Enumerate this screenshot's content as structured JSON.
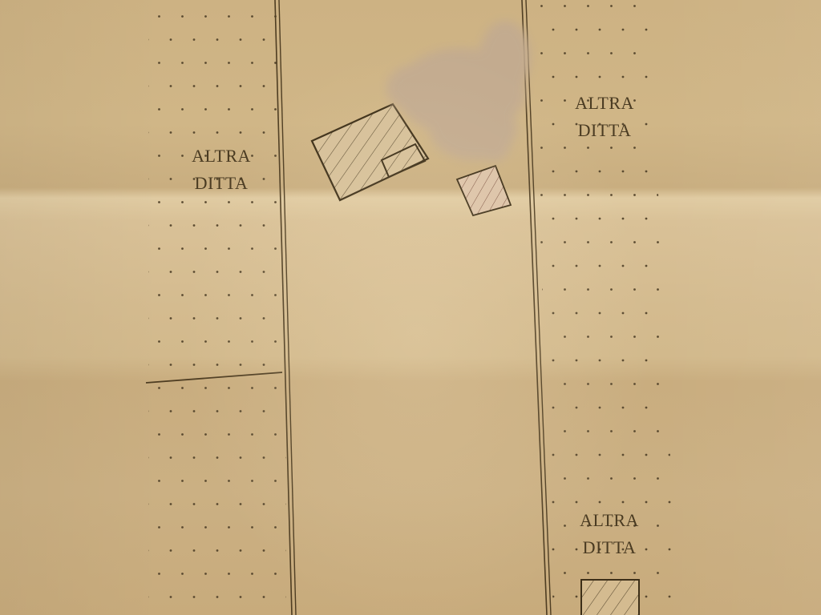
{
  "document": {
    "type": "site plan (photograph of printed sheet)",
    "labels": [
      {
        "line1": "ALTRA",
        "line2": "DITTA",
        "position": "left parcel"
      },
      {
        "line1": "ALTRA",
        "line2": "DITTA",
        "position": "right parcel top"
      },
      {
        "line1": "ALTRA",
        "line2": "DITTA",
        "position": "right parcel bottom"
      }
    ],
    "features": {
      "boundary_lines": [
        "left boundary (double line)",
        "right boundary (double line)",
        "left horizontal parcel divider"
      ],
      "hatched_buildings": [
        "main building with annex (center-left)",
        "small square building (center)",
        "small building (bottom right)"
      ],
      "dot_pattern": "neighbouring parcels (altra ditta)",
      "redacted_area": "blurred region near top center"
    },
    "colors": {
      "paper": "#d2b98c",
      "ink": "#4a3b22",
      "hatch": "#5a4a30",
      "redaction": "#c0a890"
    }
  }
}
